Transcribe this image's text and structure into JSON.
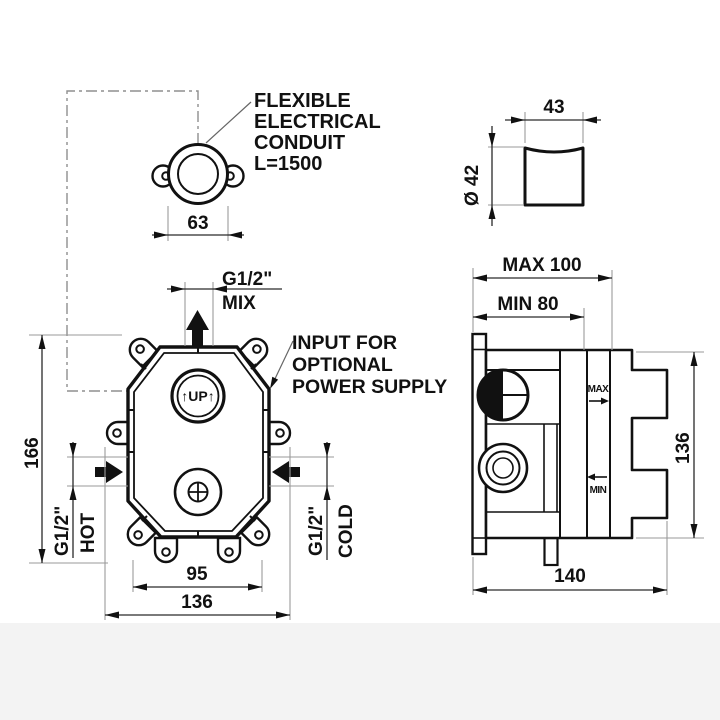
{
  "conduit_detail": {
    "note": [
      "FLEXIBLE",
      "ELECTRICAL",
      "CONDUIT",
      "L=1500"
    ],
    "width": "63"
  },
  "handle_detail": {
    "width": "43",
    "diameter": "Ø 42"
  },
  "front_view": {
    "mix": {
      "thread": "G1/2\"",
      "label": "MIX"
    },
    "hot": {
      "thread": "G1/2\"",
      "label": "HOT"
    },
    "cold": {
      "thread": "G1/2\"",
      "label": "COLD"
    },
    "up_marking": "↑UP↑",
    "height": "166",
    "hole_spacing": "95",
    "width": "136",
    "power_note": [
      "INPUT FOR",
      "OPTIONAL",
      "POWER SUPPLY"
    ]
  },
  "side_view": {
    "max_depth": "MAX 100",
    "min_depth": "MIN 80",
    "height": "136",
    "depth": "140",
    "max_marking": "MAX",
    "min_marking": "MIN"
  },
  "colors": {
    "line": "#111111",
    "extension_line": "#9a9a9a",
    "background": "#ffffff",
    "footer_band": "#f3f3f3"
  }
}
